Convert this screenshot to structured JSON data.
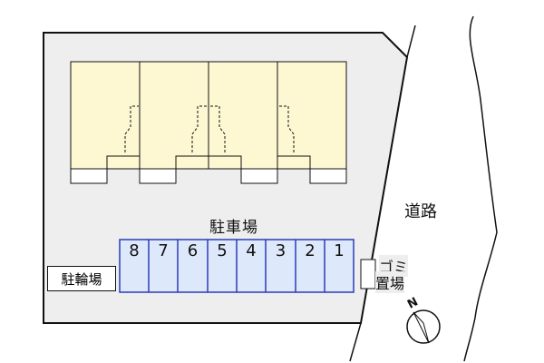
{
  "site": {
    "road_label": "道路",
    "parking_label": "駐車場",
    "bicycle_label": "駐輪場",
    "garbage_label_line1": "ゴミ",
    "garbage_label_line2": "置場",
    "north_label": "N"
  },
  "parking_spaces": [
    "8",
    "7",
    "6",
    "5",
    "4",
    "3",
    "2",
    "1"
  ],
  "buildings": {
    "unit_count": 4
  },
  "colors": {
    "lot": "#eeeeee",
    "building": "#fdf7d2",
    "parking_fill": "#dde8fb",
    "parking_border": "#2b3bb7",
    "outline": "#111111"
  }
}
